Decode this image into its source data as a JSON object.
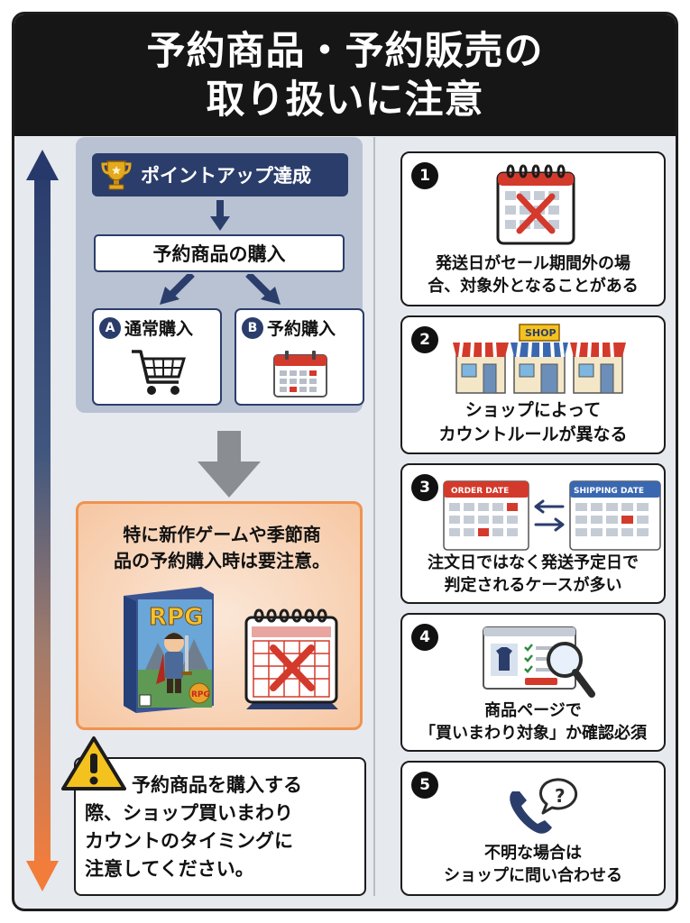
{
  "title": {
    "line1": "予約商品・予約販売の",
    "line2": "取り扱いに注意"
  },
  "flow": {
    "achieve_label": "ポイントアップ達成",
    "purchase_label": "予約商品の購入",
    "option_a": {
      "badge": "A",
      "label": "通常購入",
      "icon": "shopping-cart-icon"
    },
    "option_b": {
      "badge": "B",
      "label": "予約購入",
      "icon": "calendar-icon"
    }
  },
  "warning": {
    "line1": "特に新作ゲームや季節商",
    "line2": "品の予約購入時は要注意。",
    "game_box_title": "RPG",
    "game_box_badge": "RPG"
  },
  "note": {
    "line1": "予約商品を購入する",
    "line2": "際、ショップ買いまわり",
    "line3": "カウントのタイミングに",
    "line4": "注意してください。"
  },
  "steps": [
    {
      "num": "1",
      "line1": "発送日がセール期間外の場",
      "line2": "合、対象外となることがある",
      "icon": "calendar-x-icon"
    },
    {
      "num": "2",
      "line1": "ショップによって",
      "line2": "カウントルールが異なる",
      "shop_sign": "SHOP",
      "icon": "shop-icon"
    },
    {
      "num": "3",
      "line1": "注文日ではなく発送予定日で",
      "line2": "判定されるケースが多い",
      "order_label": "ORDER DATE",
      "shipping_label": "SHIPPING DATE",
      "icon": "exchange-arrows-icon"
    },
    {
      "num": "4",
      "line1": "商品ページで",
      "line2": "「買いまわり対象」か確認必須",
      "icon": "magnifier-icon"
    },
    {
      "num": "5",
      "line1": "不明な場合は",
      "line2": "ショップに問い合わせる",
      "icon": "phone-question-icon"
    }
  ],
  "colors": {
    "navy": "#2b3d6b",
    "orange": "#f27c3a",
    "red": "#d33a2c",
    "dark": "#161616"
  }
}
